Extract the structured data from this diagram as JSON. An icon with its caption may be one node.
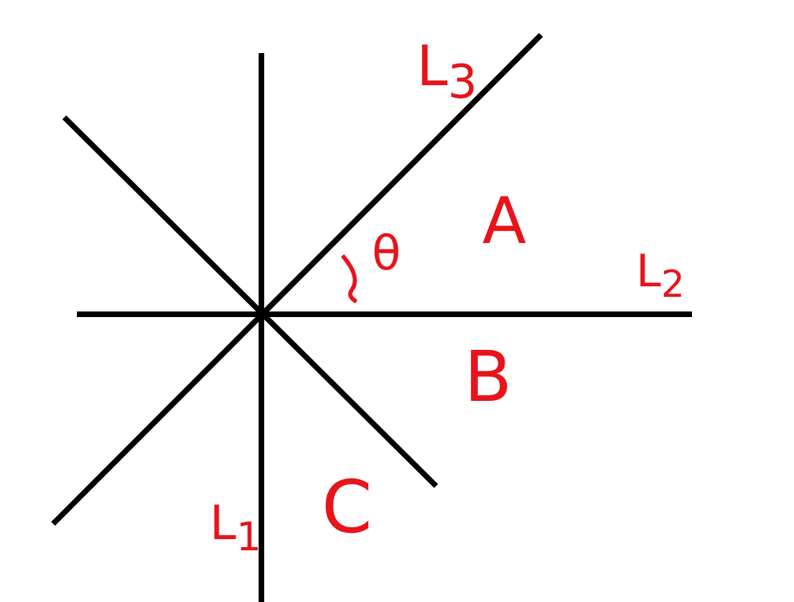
{
  "diagram": {
    "labels": [
      "L$_{3}$",
      "A",
      "θ",
      "L$_{2}$",
      "B",
      "L$_{1}$",
      "C"
    ]
  }
}
